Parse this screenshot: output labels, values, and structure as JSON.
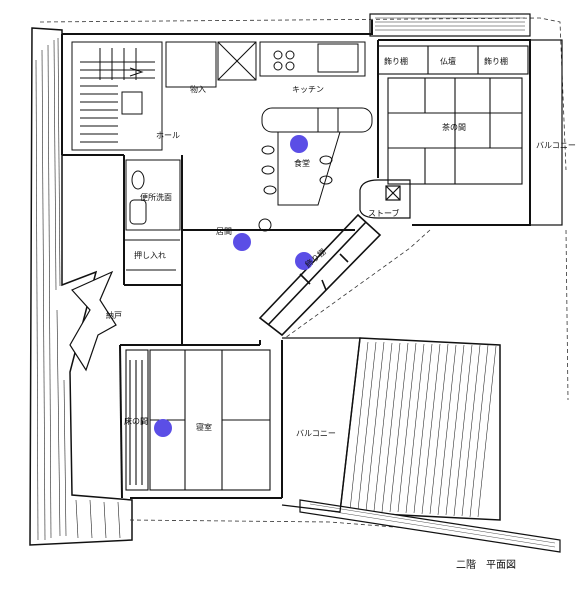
{
  "plan": {
    "caption": "二階　平面図",
    "rooms": {
      "kazaridana_left": "飾り棚",
      "butsudan": "仏壇",
      "kazaridana_right": "飾り棚",
      "chanoma": "茶の間",
      "balcony_east": "バルコニー",
      "kitchen": "キッチン",
      "monoire": "物入",
      "hall": "ホール",
      "shokudo": "食堂",
      "benjo_senmen": "便所洗面",
      "stove": "ストーブ",
      "ima": "居間",
      "kazaridana_diag": "飾り棚",
      "oshiire": "押し入れ",
      "nando": "納戸",
      "tokonoma": "床の間",
      "shinshitsu": "寝室",
      "balcony_south": "バルコニー"
    }
  },
  "colors": {
    "ink": "#111111",
    "marker": "#5b4ee6"
  }
}
